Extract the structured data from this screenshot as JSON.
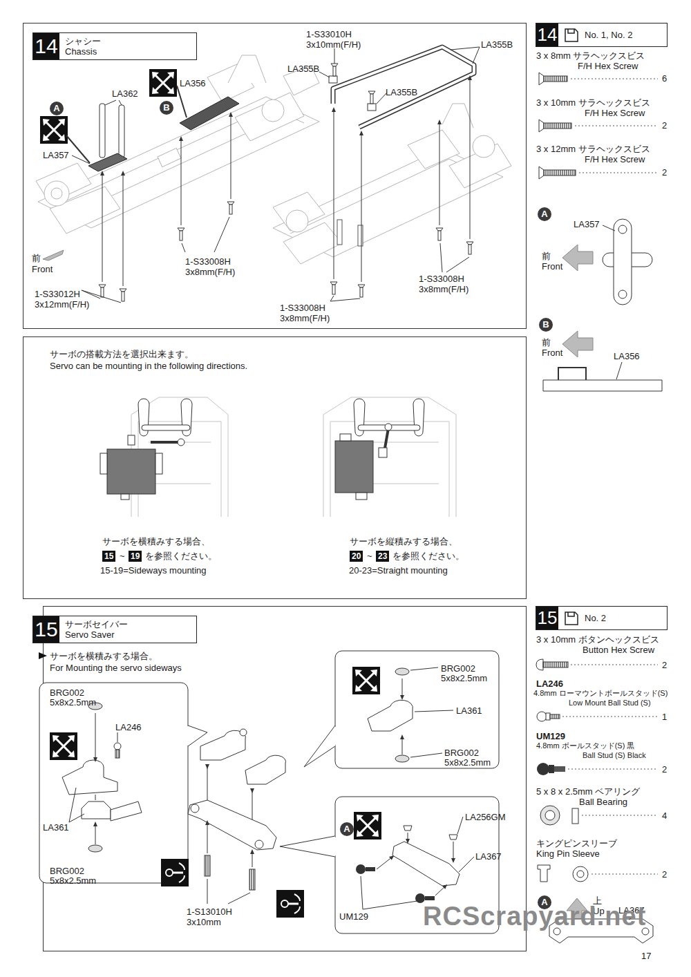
{
  "diagram": {
    "nodes": [
      {
        "text": [
          "14",
          "シャシー",
          "Chassis"
        ]
      },
      {
        "text": [
          "14",
          "No. 1, No. 2"
        ]
      },
      {
        "text": [
          "15",
          "サーボセイバー",
          "Servo Saver"
        ]
      },
      {
        "text": [
          "15",
          "No. 2"
        ]
      }
    ],
    "labels": [
      "1-S33010H",
      "3x10mm(F/H)",
      "LA355B",
      "LA355B",
      "LA355B",
      "LA356",
      "LA362",
      "A",
      "B",
      "LA357",
      "1-S33008H",
      "3x8mm(F/H)",
      "前",
      "Front",
      "1-S33012H",
      "3x12mm(F/H)",
      "1-S33008H",
      "3x8mm(F/H)",
      "1-S33008H",
      "3x8mm(F/H)",
      "3 x 8mm サラヘックスビス",
      "F/H Hex Screw",
      "6",
      "3 x 10mm サラヘックスビス",
      "F/H Hex Screw",
      "2",
      "3 x 12mm サラヘックスビス",
      "F/H Hex Screw",
      "2",
      "A",
      "LA357",
      "前",
      "Front",
      "B",
      "前",
      "Front",
      "LA356",
      "サーボの搭載方法を選択出来ます。",
      "Servo can be mounting in the following directions.",
      "サーボを横積みする場合、",
      "15",
      "~",
      "19",
      "を参照ください。",
      "15-19=Sideways mounting",
      "サーボを縦積みする場合、",
      "20",
      "~",
      "23",
      "を参照ください。",
      "20-23=Straight mounting",
      "サーボを横積みする場合。",
      "For Mounting the servo sideways",
      "BRG002",
      "5x8x2.5mm",
      "LA246",
      "LA361",
      "BRG002",
      "5x8x2.5mm",
      "BRG002",
      "5x8x2.5mm",
      "LA361",
      "BRG002",
      "5x8x2.5mm",
      "A",
      "LA256GM",
      "LA367",
      "UM129",
      "1-S13010H",
      "3x10mm",
      "3 x 10mm ボタンヘックスビス",
      "Button Hex Screw",
      "2",
      "LA246",
      "4.8mm ローマウントボールスタッド(S)",
      "Low Mount Ball Stud (S)",
      "1",
      "UM129",
      "4.8mm ボールスタッド(S) 黒",
      "Ball Stud (S) Black",
      "2",
      "5 x 8 x 2.5mm ベアリング",
      "Ball Bearing",
      "4",
      "キングピンスリーブ",
      "King Pin Sleeve",
      "2",
      "A",
      "上",
      "Up",
      "LA367",
      "RCScrapyard.net",
      "17"
    ]
  }
}
